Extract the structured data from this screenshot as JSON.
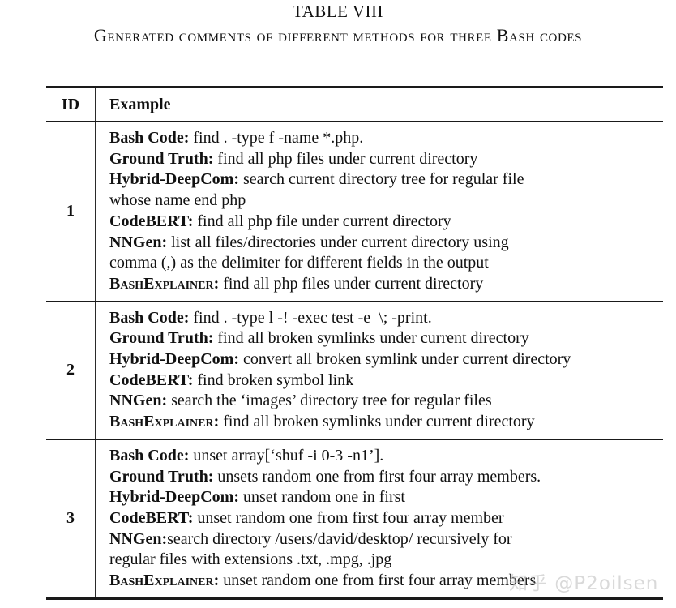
{
  "page": {
    "title": "TABLE VIII",
    "caption": "Generated comments of different methods for three Bash codes"
  },
  "table": {
    "header": {
      "id": "ID",
      "example": "Example"
    },
    "rows": [
      {
        "id": "1",
        "lines": [
          {
            "label": "Bash Code:",
            "text": " find . -type f -name *.php."
          },
          {
            "label": "Ground Truth:",
            "text": " find all php files under current directory"
          },
          {
            "label": "Hybrid-DeepCom:",
            "text": " search current directory tree for regular file"
          },
          {
            "label": "",
            "text": "whose name end php"
          },
          {
            "label": "CodeBERT:",
            "text": " find all php file under current directory"
          },
          {
            "label": "NNGen:",
            "text": " list all files/directories under current directory using"
          },
          {
            "label": "",
            "text": "comma (,) as the delimiter for different fields in the output"
          },
          {
            "label": "BashExplainer:",
            "text": " find all php files under current directory"
          }
        ]
      },
      {
        "id": "2",
        "lines": [
          {
            "label": "Bash Code:",
            "text": " find . -type l -! -exec test -e  \\; -print."
          },
          {
            "label": "Ground Truth:",
            "text": " find all broken symlinks under current directory"
          },
          {
            "label": "Hybrid-DeepCom:",
            "text": " convert all broken symlink under current directory"
          },
          {
            "label": "CodeBERT:",
            "text": " find broken symbol link"
          },
          {
            "label": "NNGen:",
            "text": " search the ‘images’ directory tree for regular files"
          },
          {
            "label": "BashExplainer:",
            "text": " find all broken symlinks under current directory"
          }
        ]
      },
      {
        "id": "3",
        "lines": [
          {
            "label": "Bash Code:",
            "text": " unset array[‘shuf -i 0-3 -n1’]."
          },
          {
            "label": "Ground Truth:",
            "text": " unsets random one from first four array members."
          },
          {
            "label": "Hybrid-DeepCom:",
            "text": " unset random one in first"
          },
          {
            "label": "CodeBERT:",
            "text": " unset random one from first four array member"
          },
          {
            "label": "NNGen:",
            "text": "search directory /users/david/desktop/ recursively for"
          },
          {
            "label": "",
            "text": "regular files with extensions .txt, .mpg, .jpg"
          },
          {
            "label": "BashExplainer:",
            "text": " unset random one from first four array members"
          }
        ]
      }
    ]
  },
  "watermark": {
    "text": "知乎 @P2oilsen",
    "color": "#c2c2c2"
  }
}
